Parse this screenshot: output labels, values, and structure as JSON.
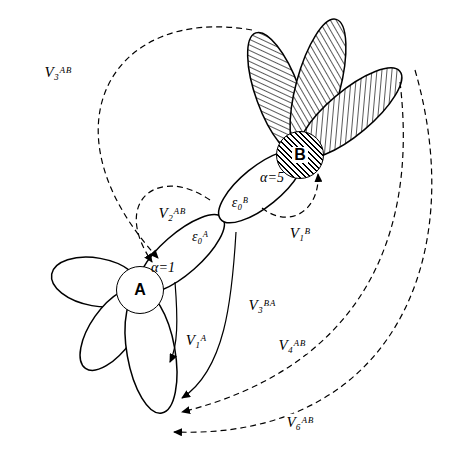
{
  "diagram": {
    "nodes": [
      {
        "text": [
          "A"
        ]
      },
      {
        "text": [
          "B"
        ]
      }
    ],
    "labels": [
      "V₃ᴬᴮ",
      "V₂ᴬᴮ",
      "ε₀ᴬ",
      "ε₀ᴮ",
      "α=1",
      "α=5",
      "V₁ᴮ",
      "V₁ᴬ",
      "V₃ᴮᴬ",
      "V₄ᴬᴮ",
      "V₆ᴬᴮ"
    ]
  }
}
